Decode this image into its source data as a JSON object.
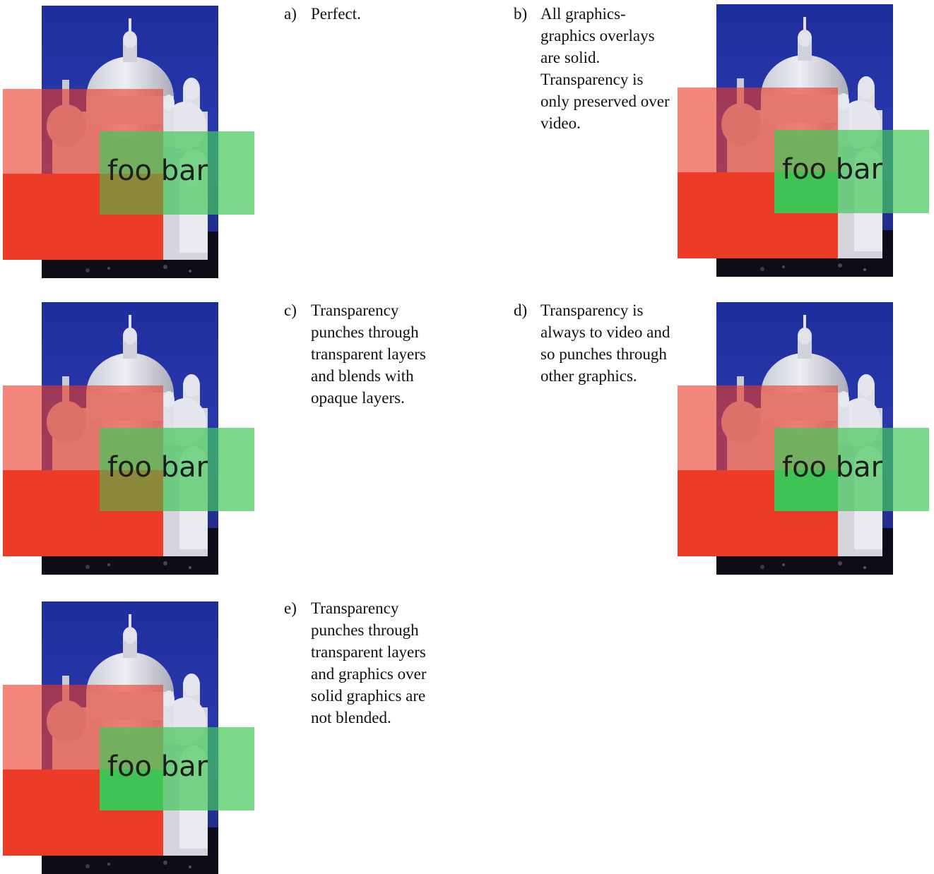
{
  "colors": {
    "sky": "#2a38a8",
    "dome": "#dfe0e6",
    "red_solid": "#ec3c28",
    "red_pink": "#f08080",
    "green": "#43c85a",
    "photo_bottom": "#0a0a1a"
  },
  "overlay_text": "foo bar",
  "figures": [
    {
      "letter": "a)",
      "caption": "Perfect."
    },
    {
      "letter": "b)",
      "caption": "All graphics-graphics overlays are solid. Transparency is only preserved over video."
    },
    {
      "letter": "c)",
      "caption": "Transparency punches through transparent layers and blends with opaque layers."
    },
    {
      "letter": "d)",
      "caption": "Transparency is always to video and so punches through other graphics."
    },
    {
      "letter": "e)",
      "caption": "Transparency punches through transparent layers and graphics over solid graphics are not blended."
    }
  ]
}
